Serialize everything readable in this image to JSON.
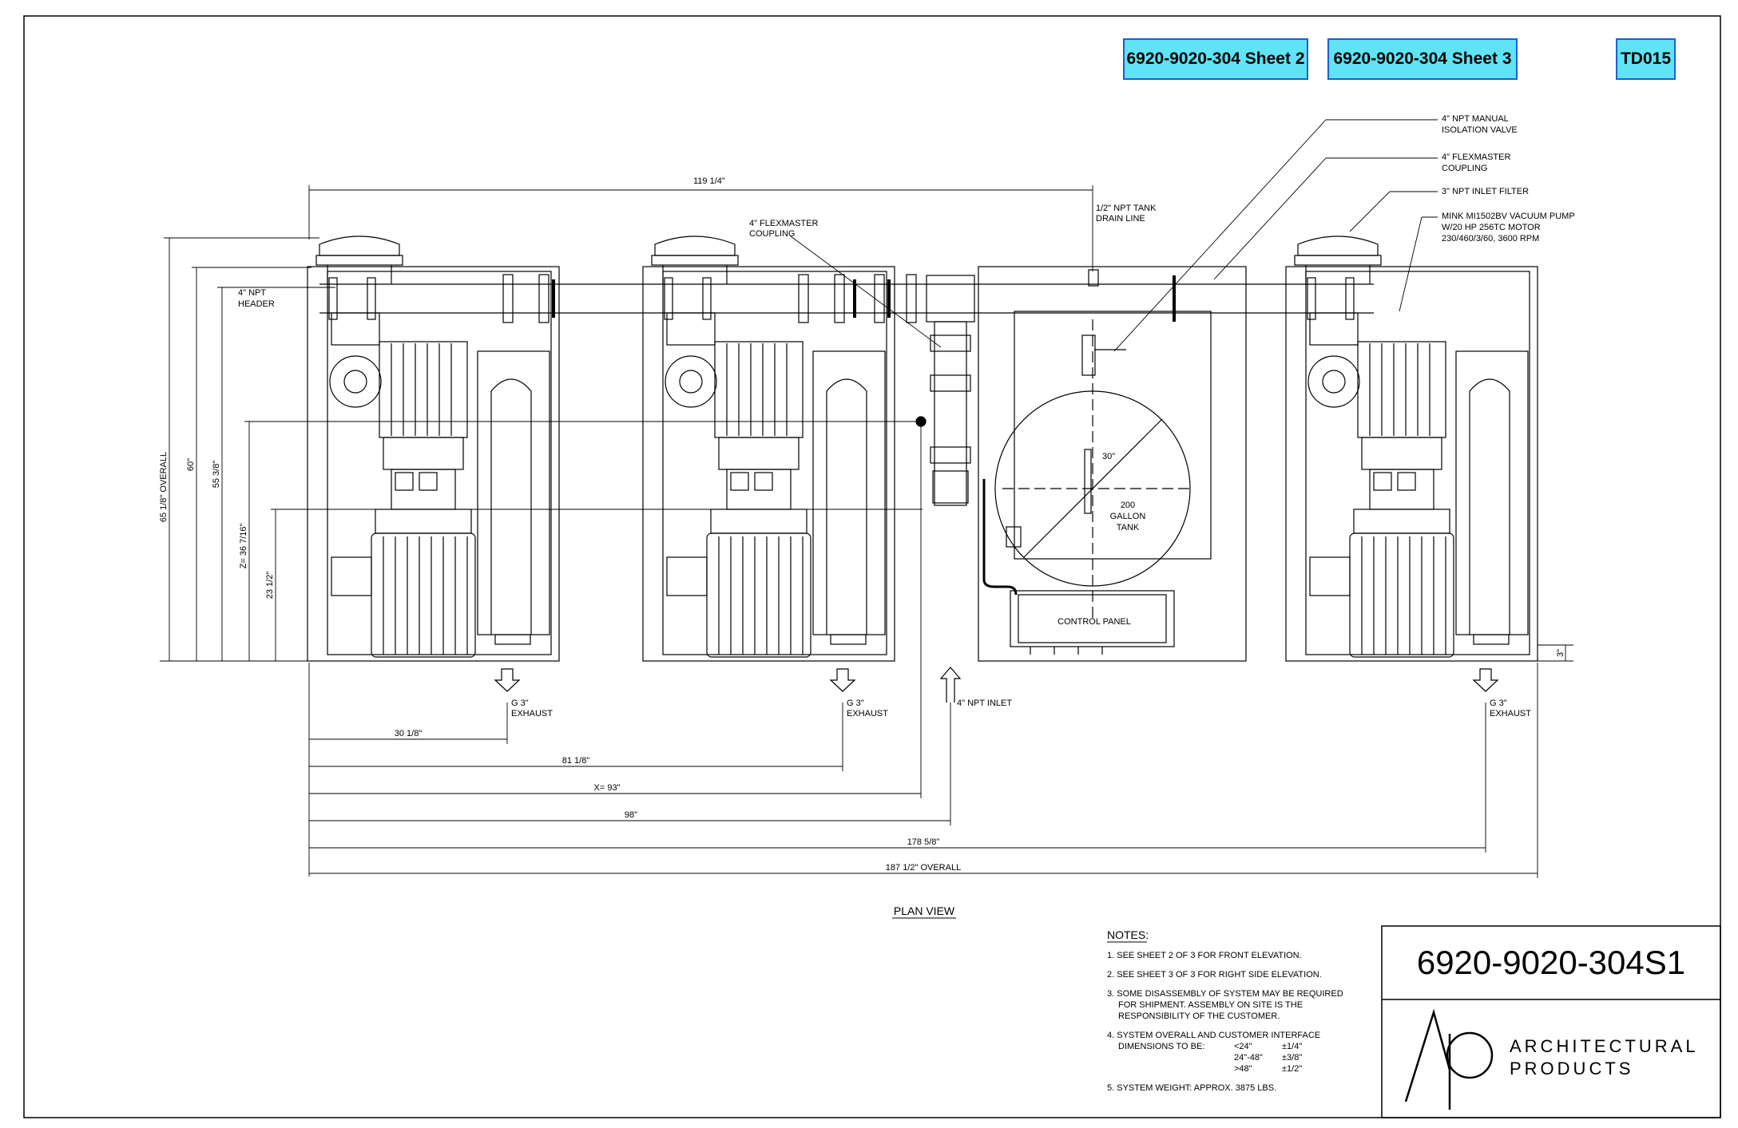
{
  "links": {
    "sheet2": "6920-9020-304 Sheet 2",
    "sheet3": "6920-9020-304 Sheet 3",
    "td": "TD015"
  },
  "callouts": {
    "valve": [
      "4\" NPT MANUAL",
      "ISOLATION VALVE"
    ],
    "flexmaster_right": [
      "4\" FLEXMASTER",
      "COUPLING"
    ],
    "filter": "3\" NPT INLET FILTER",
    "pump": [
      "MINK MI1502BV VACUUM PUMP",
      "W/20 HP 256TC MOTOR",
      "230/460/3/60, 3600 RPM"
    ],
    "drain": [
      "1/2\" NPT TANK",
      "DRAIN LINE"
    ],
    "flexmaster_left": [
      "4\" FLEXMASTER",
      "COUPLING"
    ],
    "header": [
      "4\" NPT",
      "HEADER"
    ],
    "tank": [
      "200",
      "GALLON",
      "TANK"
    ],
    "tank_dia": "30\"",
    "control_panel": "CONTROL PANEL",
    "exhaust": [
      "G 3\"",
      "EXHAUST"
    ],
    "inlet": "4\" NPT INLET",
    "plan_view": "PLAN VIEW"
  },
  "dimensions": {
    "top": "119 1/4\"",
    "v_overall": "65 1/8\"  OVERALL",
    "v60": "60\"",
    "v55": "55 3/8\"",
    "vz": "Z= 36 7/16\"",
    "v23": "23 1/2\"",
    "v3": "3\"",
    "h30": "30 1/8\"",
    "h81": "81 1/8\"",
    "hx": "X= 93\"",
    "h98": "98\"",
    "h178": "178 5/8\"",
    "h187": "187 1/2\" OVERALL"
  },
  "notes": {
    "title": "NOTES:",
    "n1": "1.  SEE SHEET 2 OF 3 FOR FRONT ELEVATION.",
    "n2": "2.  SEE SHEET 3 OF 3 FOR RIGHT SIDE ELEVATION.",
    "n3a": "3.  SOME DISASSEMBLY OF SYSTEM MAY BE REQUIRED",
    "n3b": "FOR SHIPMENT.  ASSEMBLY ON SITE IS THE",
    "n3c": "RESPONSIBILITY OF THE CUSTOMER.",
    "n4a": "4.  SYSTEM OVERALL AND CUSTOMER INTERFACE",
    "n4b": "DIMENSIONS TO BE:",
    "tol": [
      [
        "<24\"",
        "±1/4\""
      ],
      [
        "24\"-48\"",
        "±3/8\""
      ],
      [
        ">48\"",
        "±1/2\""
      ]
    ],
    "n5": "5.  SYSTEM WEIGHT: APPROX. 3875 LBS."
  },
  "title_block": {
    "number": "6920-9020-304S1",
    "logo_line1": "ARCHITECTURAL",
    "logo_line2": "PRODUCTS"
  }
}
